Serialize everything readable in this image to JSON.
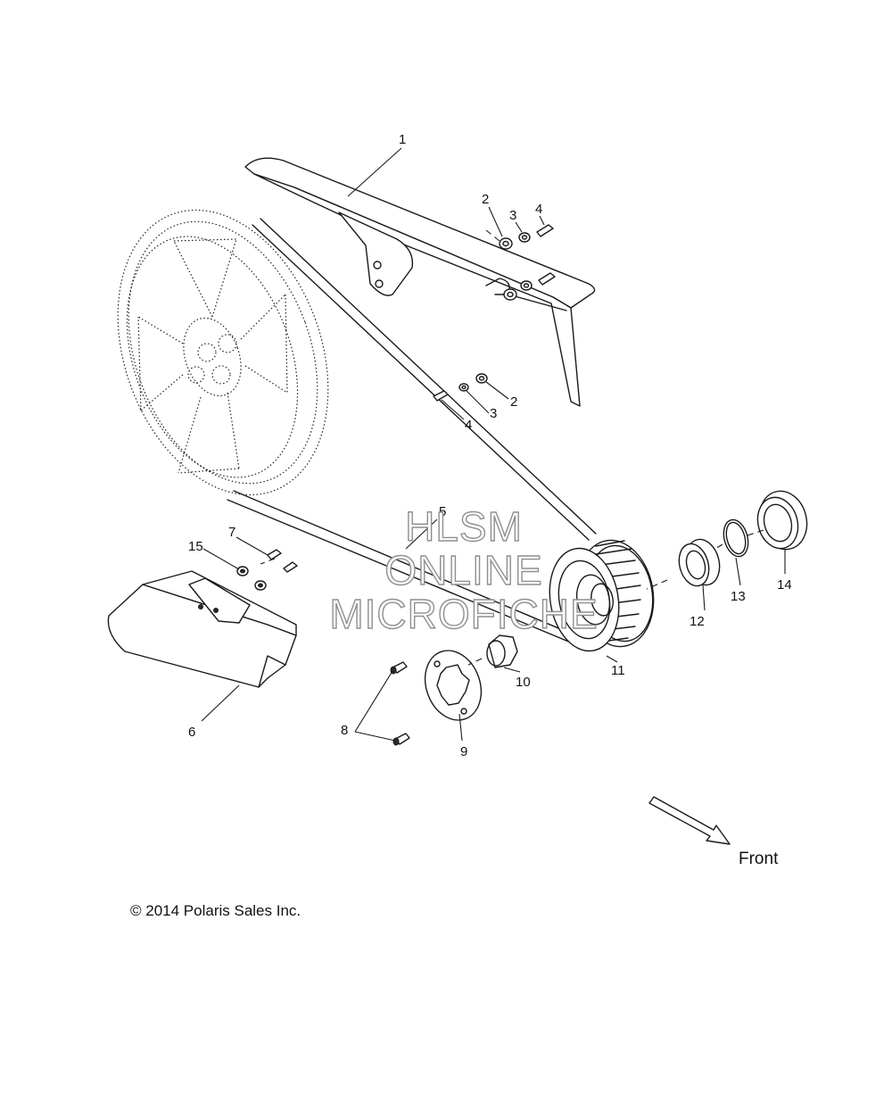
{
  "diagram": {
    "callouts": {
      "c1": "1",
      "c2": "2",
      "c3": "3",
      "c4": "4",
      "c5": "5",
      "c6": "6",
      "c7": "7",
      "c8": "8",
      "c9": "9",
      "c10": "10",
      "c11": "11",
      "c12": "12",
      "c13": "13",
      "c14": "14",
      "c15": "15"
    },
    "watermark": [
      "HLSM",
      "ONLINE",
      "MICROFICHE"
    ],
    "front_label": "Front",
    "copyright": "© 2014 Polaris Sales Inc."
  }
}
